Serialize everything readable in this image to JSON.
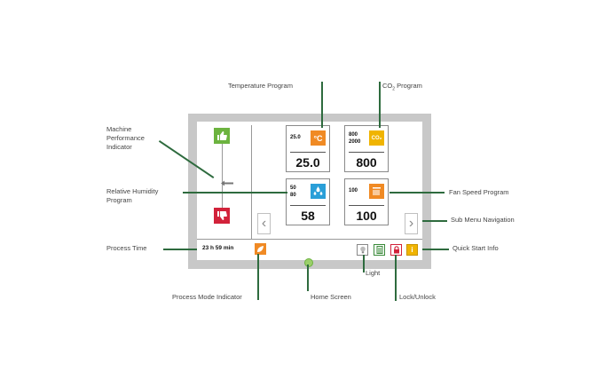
{
  "callouts": {
    "temperature_program": "Temperature Program",
    "co2_prefix": "CO",
    "co2_sub": "2",
    "co2_suffix": " Program",
    "machine_performance": [
      "Machine",
      "Performance",
      "Indicator"
    ],
    "relative_humidity": [
      "Relative Humidity",
      "Program"
    ],
    "fan_speed": "Fan Speed Program",
    "sub_menu_nav": "Sub Menu Navigation",
    "process_time": "Process Time",
    "quick_start": "Quick Start Info",
    "light": "Light",
    "lock_unlock": "Lock/Unlock",
    "process_mode": "Process Mode Indicator",
    "home_screen": "Home Screen"
  },
  "screen": {
    "temperature": {
      "setpoint": "25.0",
      "value": "25.0",
      "icon": "°C"
    },
    "co2": {
      "setpoint_top": "800",
      "setpoint_bottom": "2000",
      "value": "800",
      "icon": "CO₂"
    },
    "humidity": {
      "setpoint_top": "50",
      "setpoint_bottom": "80",
      "value": "58"
    },
    "fan": {
      "setpoint": "100",
      "value": "100"
    },
    "process_time": "23  h 59  min",
    "nav_prev": "‹",
    "nav_next": "›"
  },
  "colors": {
    "orange": "#f08a24",
    "yellow": "#f0b400",
    "blue": "#2a9fd8",
    "green": "#6cb33f",
    "red": "#d2223a",
    "line": "#2e6b3e",
    "frame": "#c8c8c8"
  },
  "icons": [
    "thumbs-up-icon",
    "thumbs-down-icon",
    "thermometer-icon",
    "co2-icon",
    "droplets-icon",
    "fan-icon",
    "leaf-icon",
    "lightbulb-icon",
    "battery-icon",
    "lock-icon",
    "info-icon",
    "home-icon",
    "chevron-left-icon",
    "chevron-right-icon"
  ]
}
